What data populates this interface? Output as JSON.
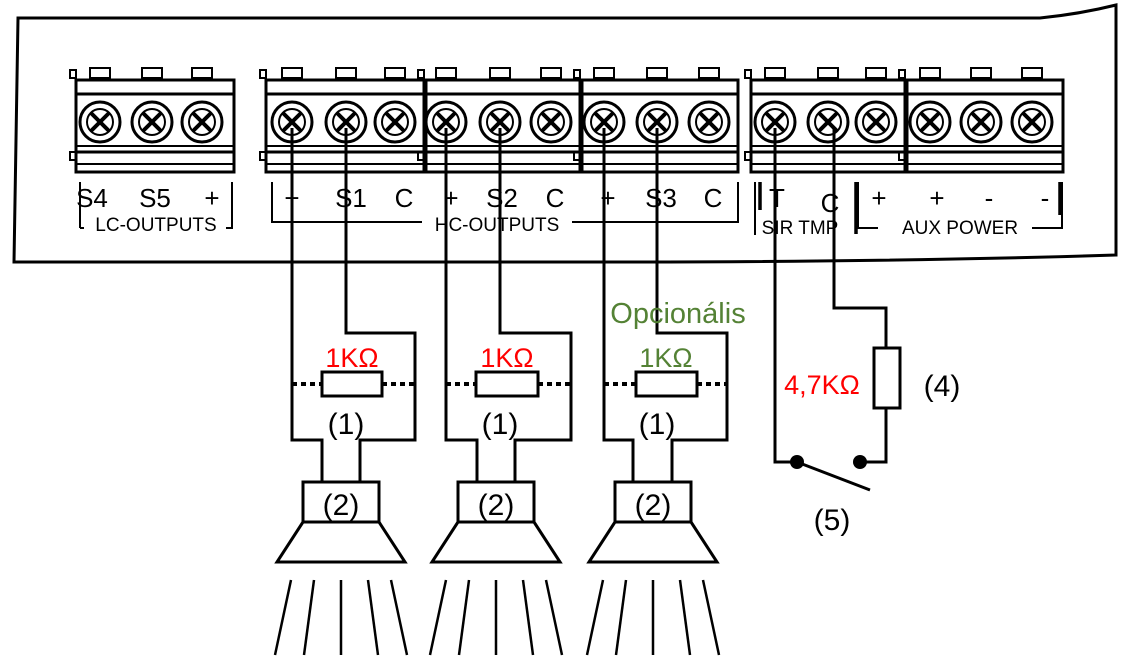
{
  "colors": {
    "line": "#000000",
    "accent_red": "#ff0000",
    "accent_green": "#548235"
  },
  "terminal_blocks": [
    {
      "group": "LC-OUTPUTS",
      "terminals": [
        "S4",
        "S5",
        "+"
      ]
    },
    {
      "group": "HC-OUTPUTS",
      "terminals": [
        "+",
        "S1",
        "C",
        "+",
        "S2",
        "C",
        "+",
        "S3",
        "C"
      ]
    },
    {
      "group": "SIR TMP",
      "terminals": [
        "T",
        "C"
      ]
    },
    {
      "group": "AUX POWER",
      "terminals": [
        "+",
        "+",
        "-",
        "-"
      ]
    }
  ],
  "annotations": {
    "optional": "Opcionális",
    "resistor_1k": "1KΩ",
    "resistor_4k7": "4,7KΩ",
    "callout_1": "(1)",
    "callout_2": "(2)",
    "callout_4": "(4)",
    "callout_5": "(5)"
  },
  "icons": [
    "screw-terminal-icon",
    "resistor-icon",
    "speaker-icon",
    "switch-icon"
  ]
}
